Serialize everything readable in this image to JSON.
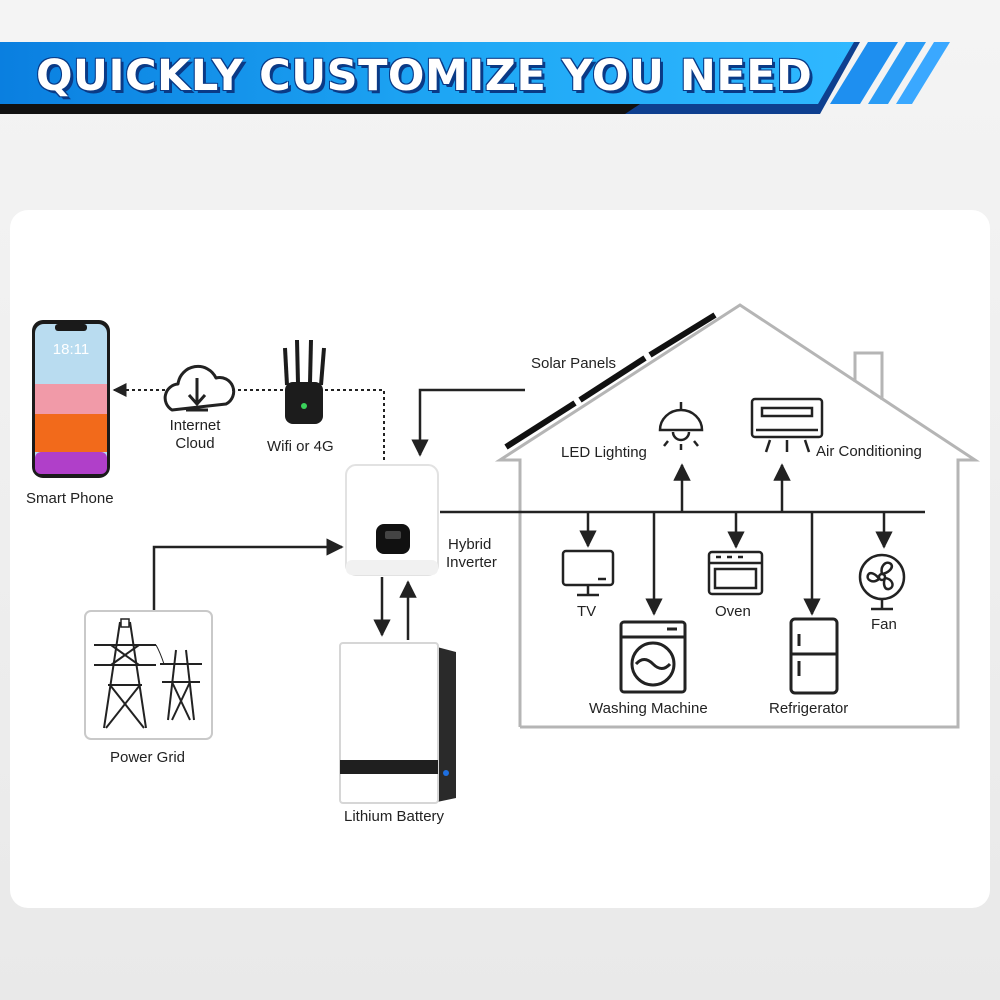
{
  "header": {
    "title": "QUICKLY CUSTOMIZE YOU NEED"
  },
  "colors": {
    "accent_blue": "#1a9cf0",
    "dark_blue": "#0a3a86",
    "line": "#222222",
    "house_outline": "#b5b5b5",
    "battery_accent": "#1e6fe0"
  },
  "devices": {
    "phone": {
      "label": "Smart Phone",
      "clock": "18:11"
    },
    "cloud": {
      "label_line1": "Internet",
      "label_line2": "Cloud",
      "icon": "cloud-download-icon"
    },
    "router": {
      "label": "Wifi or 4G"
    },
    "inverter": {
      "label_line1": "Hybrid",
      "label_line2": "Inverter"
    },
    "grid": {
      "label": "Power Grid",
      "icon": "power-tower-icon"
    },
    "battery": {
      "label": "Lithium Battery"
    },
    "solar": {
      "label": "Solar Panels"
    }
  },
  "appliances": {
    "led": {
      "label": "LED Lighting",
      "icon": "pendant-lamp-icon"
    },
    "ac": {
      "label": "Air Conditioning",
      "icon": "air-conditioner-icon"
    },
    "tv": {
      "label": "TV",
      "icon": "tv-icon"
    },
    "washer": {
      "label": "Washing Machine",
      "icon": "washing-machine-icon"
    },
    "oven": {
      "label": "Oven",
      "icon": "oven-icon"
    },
    "fridge": {
      "label": "Refrigerator",
      "icon": "refrigerator-icon"
    },
    "fan": {
      "label": "Fan",
      "icon": "fan-icon"
    }
  }
}
